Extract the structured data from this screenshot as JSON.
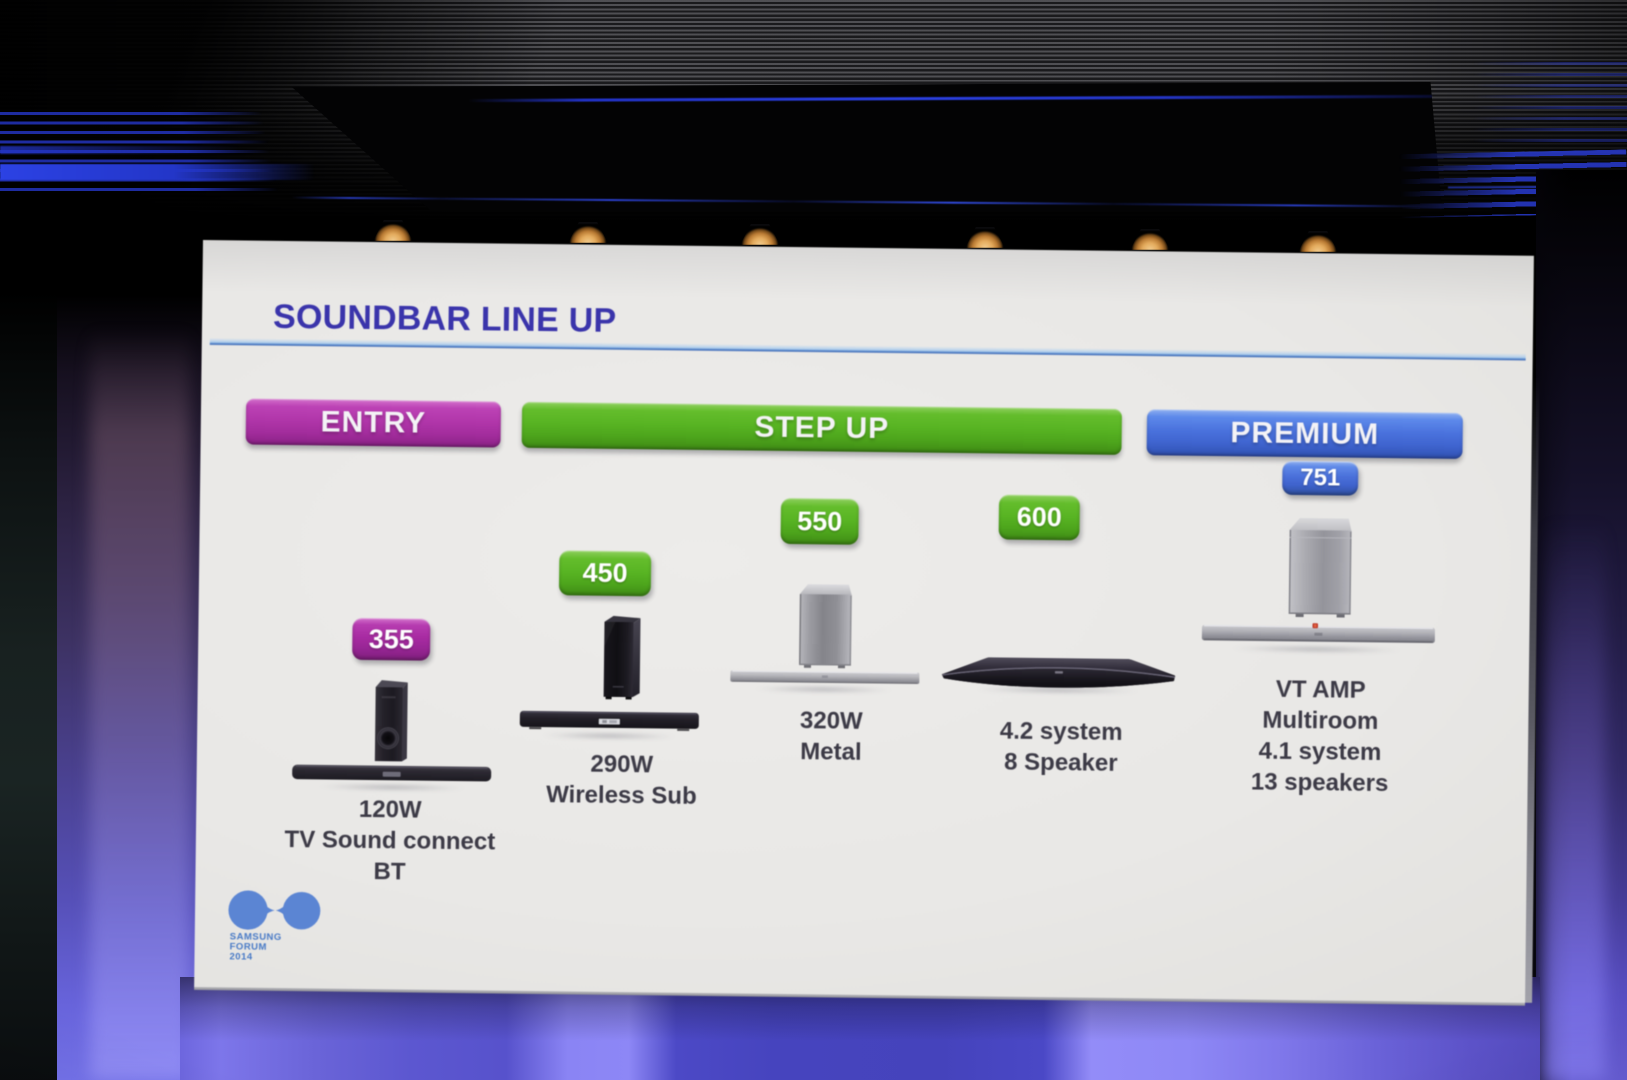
{
  "slide": {
    "title": "SOUNDBAR LINE UP",
    "categories": [
      {
        "label": "ENTRY",
        "color": "#a82ba2"
      },
      {
        "label": "STEP UP",
        "color": "#58b023"
      },
      {
        "label": "PREMIUM",
        "color": "#4a70da"
      }
    ],
    "products": [
      {
        "badge": "355",
        "badge_color": "#a82ba2",
        "lines": [
          "120W",
          "TV Sound connect",
          "BT"
        ]
      },
      {
        "badge": "450",
        "badge_color": "#58b023",
        "lines": [
          "290W",
          "Wireless Sub"
        ]
      },
      {
        "badge": "550",
        "badge_color": "#58b023",
        "lines": [
          "320W",
          "Metal"
        ]
      },
      {
        "badge": "600",
        "badge_color": "#58b023",
        "lines": [
          "4.2 system",
          "8 Speaker"
        ]
      },
      {
        "badge": "751",
        "badge_color": "#4a70da",
        "lines": [
          "VT AMP",
          "Multiroom",
          "4.1 system",
          "13 speakers"
        ]
      }
    ],
    "event_logo": {
      "line1": "SAMSUNG",
      "line2": "FORUM",
      "line3": "2014"
    }
  }
}
